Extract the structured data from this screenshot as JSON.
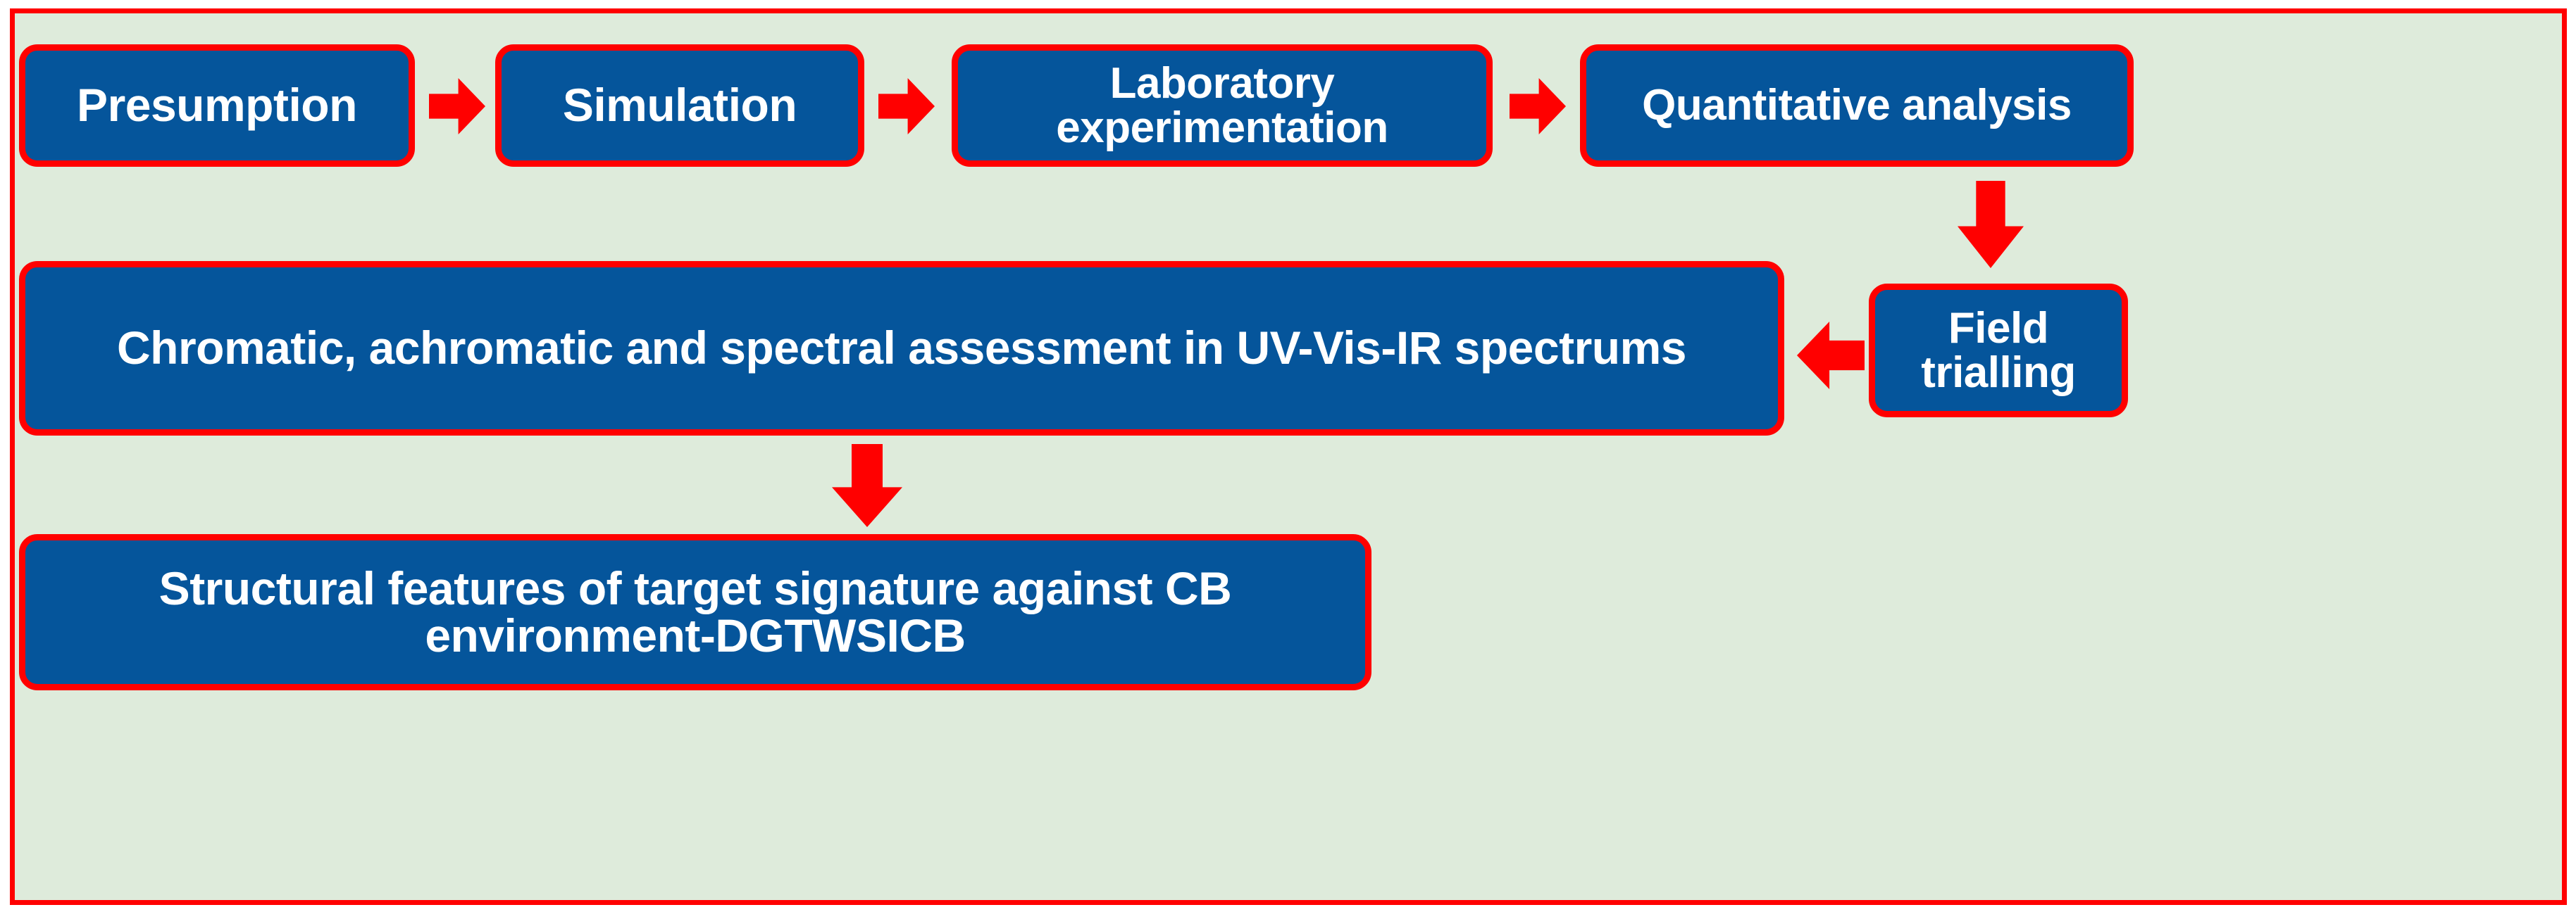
{
  "diagram": {
    "title": "Research methodology flow for target signature assessment",
    "colors": {
      "panel_background": "#DEEBDB",
      "border": "#FF0000",
      "box_fill": "#05559B",
      "box_text": "#FFFFFF",
      "arrow": "#FF0000"
    },
    "nodes": [
      {
        "id": "presumption",
        "label": "Presumption"
      },
      {
        "id": "simulation",
        "label": "Simulation"
      },
      {
        "id": "laboratory",
        "label": "Laboratory experimentation"
      },
      {
        "id": "quantitative",
        "label": "Quantitative analysis"
      },
      {
        "id": "field",
        "label": "Field trialling"
      },
      {
        "id": "chromatic",
        "label": "Chromatic, achromatic and spectral assessment in UV-Vis-IR spectrums"
      },
      {
        "id": "structural",
        "label": "Structural features of target signature against CB environment-DGTWSICB"
      }
    ],
    "connectors": [
      {
        "id": "presumption-simulation",
        "from": "presumption",
        "to": "simulation",
        "direction": "right",
        "icon": "arrow-right-icon"
      },
      {
        "id": "simulation-laboratory",
        "from": "simulation",
        "to": "laboratory",
        "direction": "right",
        "icon": "arrow-right-icon"
      },
      {
        "id": "laboratory-quantitative",
        "from": "laboratory",
        "to": "quantitative",
        "direction": "right",
        "icon": "arrow-right-icon"
      },
      {
        "id": "quantitative-field",
        "from": "quantitative",
        "to": "field",
        "direction": "down",
        "icon": "arrow-down-icon"
      },
      {
        "id": "field-chromatic",
        "from": "field",
        "to": "chromatic",
        "direction": "left",
        "icon": "arrow-left-icon"
      },
      {
        "id": "chromatic-structural",
        "from": "chromatic",
        "to": "structural",
        "direction": "down",
        "icon": "arrow-down-icon"
      }
    ]
  }
}
